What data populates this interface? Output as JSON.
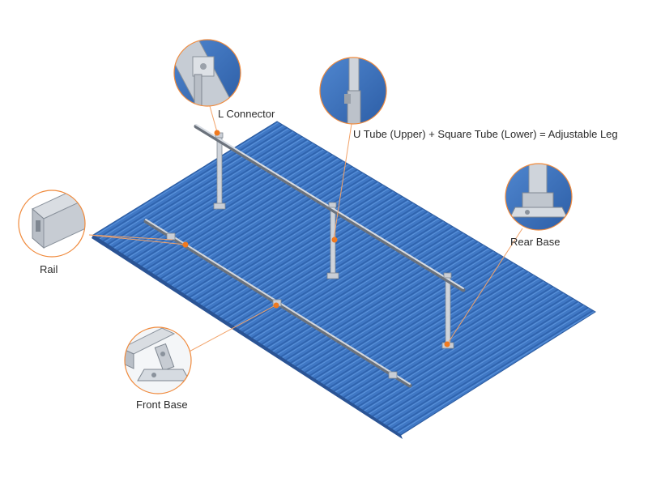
{
  "colors": {
    "roof": "#3f77c4",
    "roof_dark": "#2f63ad",
    "roof_light": "#5d95dc",
    "metal": "#c9ced6",
    "metal_dark": "#7f8791",
    "callout_ring": "#f08a3c",
    "marker": "#f07a20",
    "leader": "#f2a36a",
    "label_text": "#2b2b2b"
  },
  "callouts": [
    {
      "id": "l-connector",
      "label": "L Connector",
      "icon": "l-connector-closeup"
    },
    {
      "id": "adjustable-leg",
      "label": "U Tube (Upper) + Square Tube (Lower) = Adjustable Leg",
      "icon": "adjustable-leg-closeup"
    },
    {
      "id": "rear-base",
      "label": "Rear Base",
      "icon": "rear-base-closeup"
    },
    {
      "id": "rail",
      "label": "Rail",
      "icon": "rail-profile-closeup"
    },
    {
      "id": "front-base",
      "label": "Front Base",
      "icon": "front-base-closeup"
    }
  ]
}
